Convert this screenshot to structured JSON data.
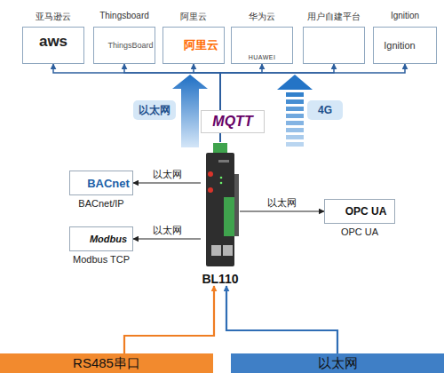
{
  "diagram": {
    "nodes": [
      {
        "text": [
          "亚马逊云",
          "aws"
        ]
      },
      {
        "text": [
          "Thingsboard",
          "ThingsBoard"
        ]
      },
      {
        "text": [
          "阿里云",
          "阿里云"
        ]
      },
      {
        "text": [
          "华为云",
          "HUAWEI"
        ]
      },
      {
        "text": [
          "用户自建平台"
        ]
      },
      {
        "text": [
          "Ignition",
          "Ignition"
        ]
      },
      {
        "text": [
          "BACnet",
          "BACnet/IP"
        ]
      },
      {
        "text": [
          "Modbus",
          "Modbus TCP"
        ]
      },
      {
        "text": [
          "BL110"
        ]
      },
      {
        "text": [
          "OPC UA",
          "OPC UA"
        ]
      },
      {
        "text": [
          "RS485串口"
        ]
      },
      {
        "text": [
          "以太网"
        ]
      }
    ],
    "edges": [
      {
        "from": 8,
        "to": 0,
        "arrow": "to"
      },
      {
        "from": 8,
        "to": 1,
        "arrow": "to"
      },
      {
        "from": 8,
        "to": 2,
        "arrow": "to"
      },
      {
        "from": 8,
        "to": 3,
        "arrow": "to"
      },
      {
        "from": 8,
        "to": 4,
        "arrow": "to"
      },
      {
        "from": 8,
        "to": 5,
        "arrow": "to"
      },
      {
        "from": 8,
        "to": 6,
        "label": "以太网",
        "arrow": "to"
      },
      {
        "from": 8,
        "to": 7,
        "label": "以太网",
        "arrow": "to"
      },
      {
        "from": 8,
        "to": 9,
        "label": "以太网",
        "arrow": "to"
      },
      {
        "from": 10,
        "to": 8,
        "arrow": "to"
      },
      {
        "from": 11,
        "to": 8,
        "arrow": "to"
      }
    ],
    "labels": [
      "以太网",
      "MQTT",
      "4G"
    ]
  }
}
